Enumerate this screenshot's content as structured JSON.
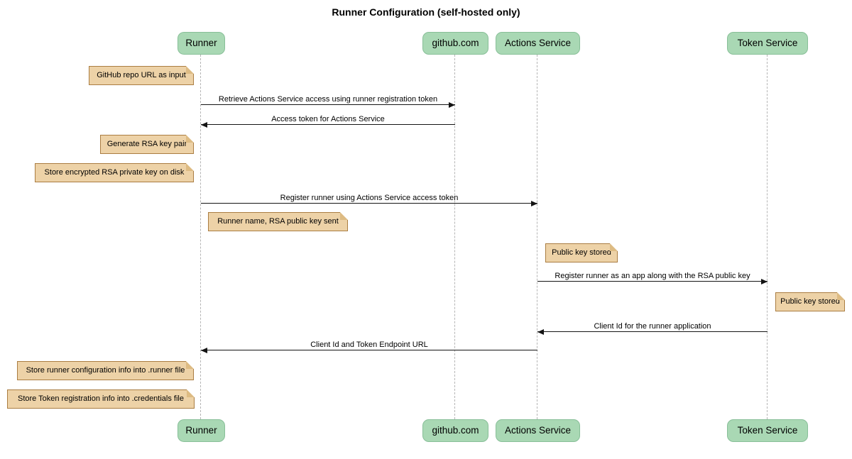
{
  "title": "Runner Configuration (self-hosted only)",
  "colors": {
    "background": "#ffffff",
    "participant_fill": "#a9d8b4",
    "participant_border": "#88bf98",
    "note_fill": "#edd2a7",
    "note_border": "#aa7d42",
    "note_fold": "#ddbb83",
    "lifeline": "#b5b5b5",
    "arrow": "#141414",
    "text": "#000000"
  },
  "participants": [
    {
      "label": "Runner"
    },
    {
      "label": "github.com"
    },
    {
      "label": "Actions Service"
    },
    {
      "label": "Token Service"
    }
  ],
  "notes": [
    {
      "text": "GitHub repo URL as input",
      "over": "Runner"
    },
    {
      "text": "Generate RSA key pair",
      "over": "Runner"
    },
    {
      "text": "Store encrypted RSA private key on disk",
      "over": "Runner"
    },
    {
      "text": "Runner name, RSA public key sent",
      "over": "Runner"
    },
    {
      "text": "Public key stored",
      "over": "Actions Service"
    },
    {
      "text": "Public key stored",
      "over": "Token Service"
    },
    {
      "text": "Store runner configuration info into .runner file",
      "over": "Runner"
    },
    {
      "text": "Store Token registration info into .credentials file",
      "over": "Runner"
    }
  ],
  "messages": [
    {
      "text": "Retrieve Actions Service access using runner registration token",
      "from": "Runner",
      "to": "github.com"
    },
    {
      "text": "Access token for Actions Service",
      "from": "github.com",
      "to": "Runner"
    },
    {
      "text": "Register runner using Actions Service access token",
      "from": "Runner",
      "to": "Actions Service"
    },
    {
      "text": "Register runner as an app along with the RSA public key",
      "from": "Actions Service",
      "to": "Token Service"
    },
    {
      "text": "Client Id for the runner application",
      "from": "Token Service",
      "to": "Actions Service"
    },
    {
      "text": "Client Id and Token Endpoint URL",
      "from": "Actions Service",
      "to": "Runner"
    }
  ]
}
